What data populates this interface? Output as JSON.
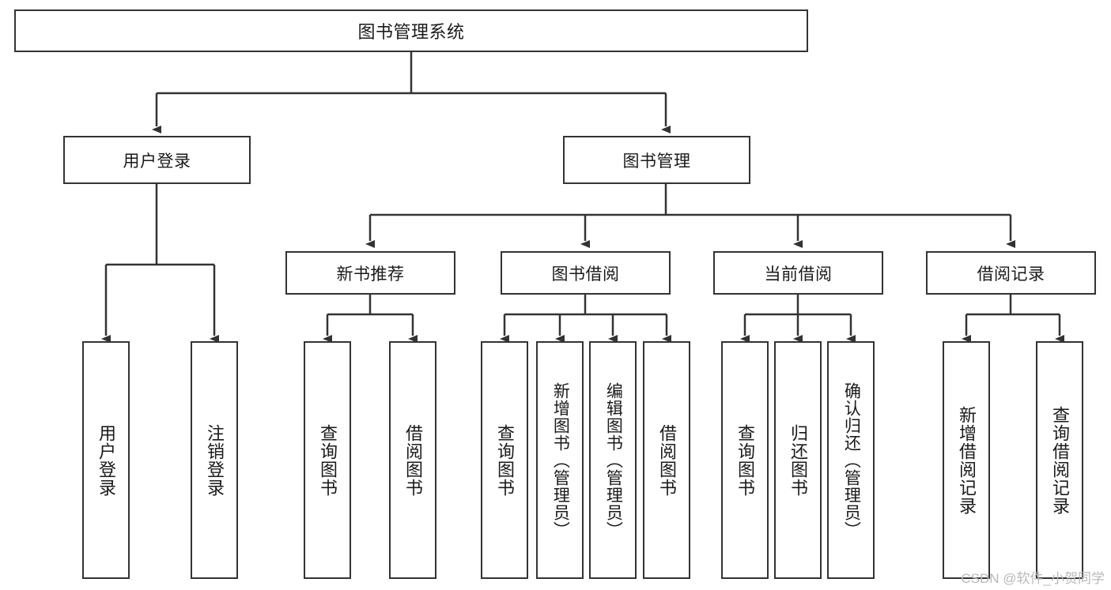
{
  "diagram": {
    "type": "tree-hierarchy-chart",
    "title": "图书管理系统",
    "watermark": "CSDN @软件_小贺同学",
    "colors": {
      "stroke": "#333333",
      "fill": "#ffffff",
      "text": "#1a1a1a",
      "watermark": "#b9b9b9"
    },
    "levels": [
      {
        "level": 1,
        "nodes": [
          {
            "id": "root",
            "label": "图书管理系统",
            "orientation": "horizontal"
          }
        ]
      },
      {
        "level": 2,
        "nodes": [
          {
            "id": "user-login",
            "label": "用户登录",
            "orientation": "horizontal",
            "parent": "root"
          },
          {
            "id": "book-manage",
            "label": "图书管理",
            "orientation": "horizontal",
            "parent": "root"
          }
        ]
      },
      {
        "level": 3,
        "nodes": [
          {
            "id": "new-book-rec",
            "label": "新书推荐",
            "orientation": "horizontal",
            "parent": "book-manage"
          },
          {
            "id": "book-borrow",
            "label": "图书借阅",
            "orientation": "horizontal",
            "parent": "book-manage"
          },
          {
            "id": "current-borrow",
            "label": "当前借阅",
            "orientation": "horizontal",
            "parent": "book-manage"
          },
          {
            "id": "borrow-record",
            "label": "借阅记录",
            "orientation": "horizontal",
            "parent": "book-manage"
          }
        ]
      },
      {
        "level": 4,
        "nodes": [
          {
            "id": "leaf-user-login",
            "label": "用户登录",
            "orientation": "vertical",
            "parent": "user-login"
          },
          {
            "id": "leaf-logout",
            "label": "注销登录",
            "orientation": "vertical",
            "parent": "user-login"
          },
          {
            "id": "leaf-query-book-1",
            "label": "查询图书",
            "orientation": "vertical",
            "parent": "new-book-rec"
          },
          {
            "id": "leaf-borrow-book-1",
            "label": "借阅图书",
            "orientation": "vertical",
            "parent": "new-book-rec"
          },
          {
            "id": "leaf-query-book-2",
            "label": "查询图书",
            "orientation": "vertical",
            "parent": "book-borrow"
          },
          {
            "id": "leaf-add-book",
            "label": "新增图书（管理员）",
            "orientation": "vertical",
            "parent": "book-borrow"
          },
          {
            "id": "leaf-edit-book",
            "label": "编辑图书（管理员）",
            "orientation": "vertical",
            "parent": "book-borrow"
          },
          {
            "id": "leaf-borrow-book-2",
            "label": "借阅图书",
            "orientation": "vertical",
            "parent": "book-borrow"
          },
          {
            "id": "leaf-query-book-3",
            "label": "查询图书",
            "orientation": "vertical",
            "parent": "current-borrow"
          },
          {
            "id": "leaf-return-book",
            "label": "归还图书",
            "orientation": "vertical",
            "parent": "current-borrow"
          },
          {
            "id": "leaf-confirm-return",
            "label": "确认归还（管理员）",
            "orientation": "vertical",
            "parent": "current-borrow"
          },
          {
            "id": "leaf-add-record",
            "label": "新增借阅记录",
            "orientation": "vertical",
            "parent": "borrow-record"
          },
          {
            "id": "leaf-query-record",
            "label": "查询借阅记录",
            "orientation": "vertical",
            "parent": "borrow-record"
          }
        ]
      }
    ]
  }
}
